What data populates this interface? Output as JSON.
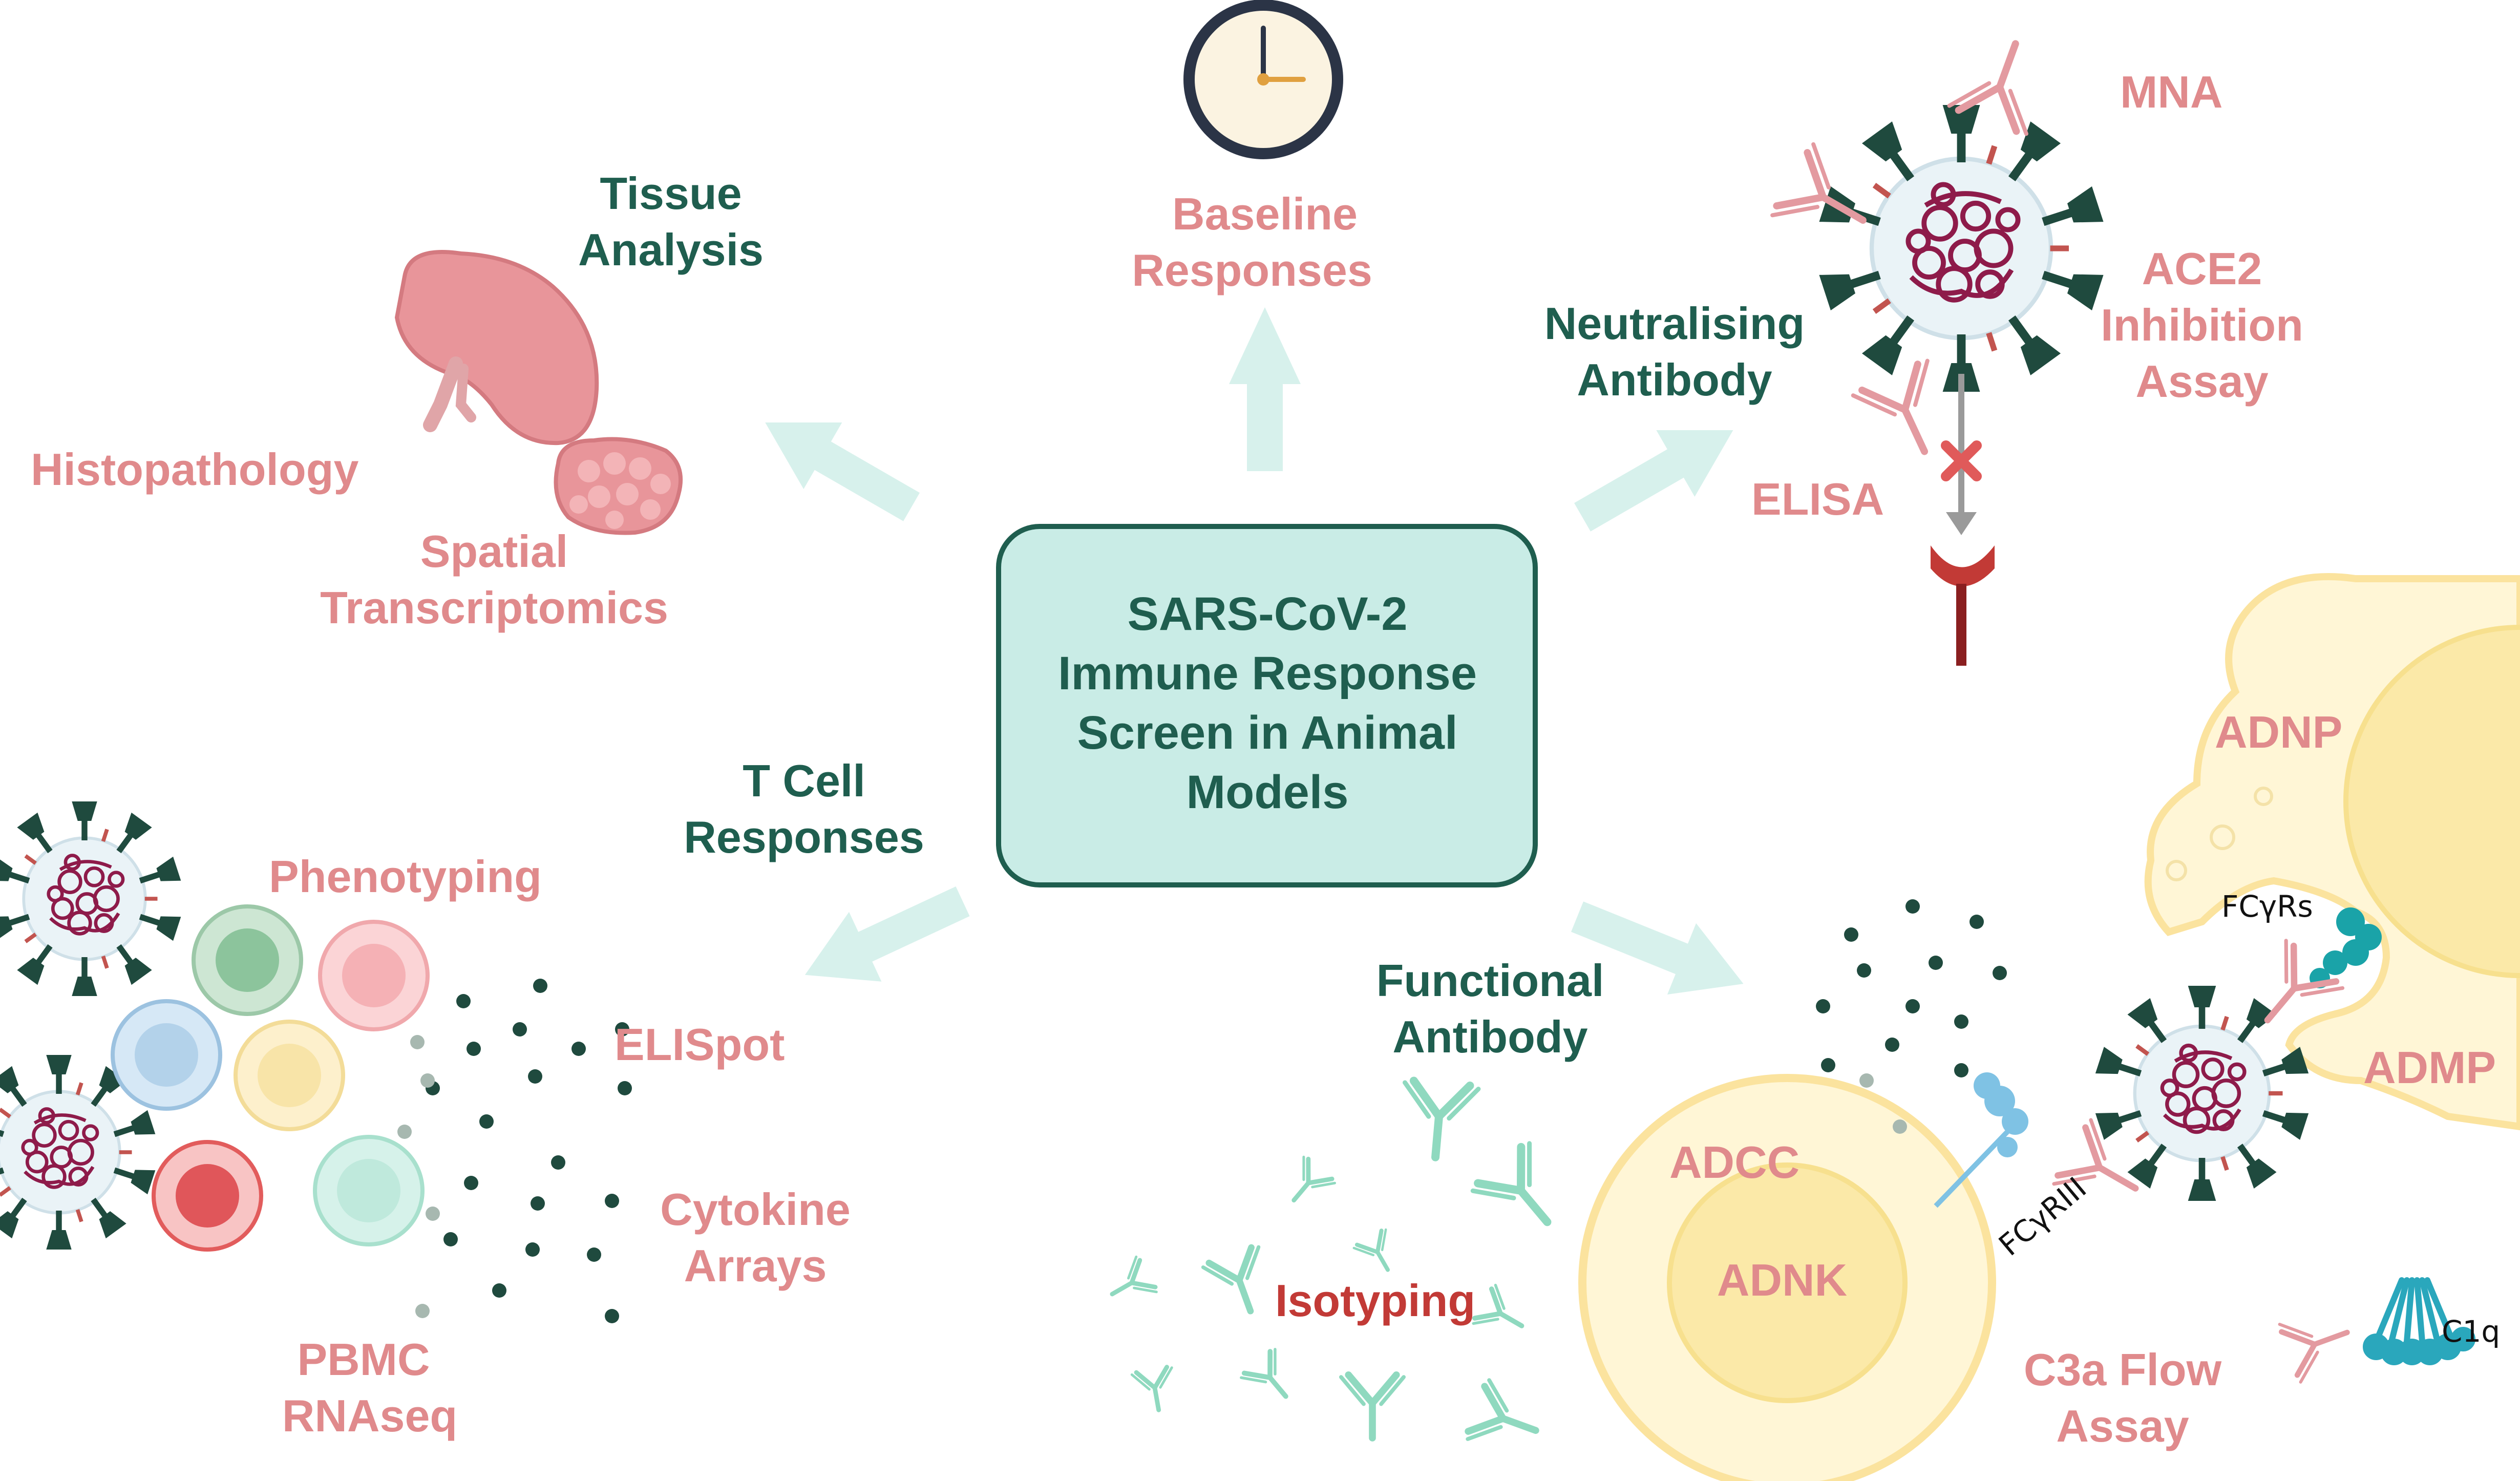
{
  "center": {
    "lines": [
      "SARS-CoV-2",
      "Immune Response",
      "Screen in Animal",
      "Models"
    ]
  },
  "labels": {
    "tissue_analysis": [
      "Tissue",
      "Analysis"
    ],
    "histopathology": "Histopathology",
    "spatial_transcriptomics": [
      "Spatial",
      "Transcriptomics"
    ],
    "baseline_responses": [
      "Baseline",
      "Responses"
    ],
    "neutralising_antibody": [
      "Neutralising",
      "Antibody"
    ],
    "mna": "MNA",
    "ace2": [
      "ACE2",
      "Inhibition",
      "Assay"
    ],
    "elisa": "ELISA",
    "t_cell_responses": [
      "T Cell",
      "Responses"
    ],
    "phenotyping": "Phenotyping",
    "elispot": "ELISpot",
    "cytokine_arrays": [
      "Cytokine",
      "Arrays"
    ],
    "pbmc_rnaseq": [
      "PBMC",
      "RNAseq"
    ],
    "functional_antibody": [
      "Functional",
      "Antibody"
    ],
    "isotyping": "Isotyping",
    "adcc": "ADCC",
    "adnk": "ADNK",
    "adnp": "ADNP",
    "admp": "ADMP",
    "fcgrs": "FCγRs",
    "fcgriii": "FCγRIII",
    "c1q": "C1q",
    "c3a": [
      "C3a Flow",
      "Assay"
    ]
  },
  "colors": {
    "teal_text": "#1f5e4f",
    "pink_text": "#e08a8c",
    "red_text": "#c23a36",
    "center_fill": "#c9ece6",
    "center_stroke": "#1f5e4f",
    "arrow": "#c9ece6"
  }
}
